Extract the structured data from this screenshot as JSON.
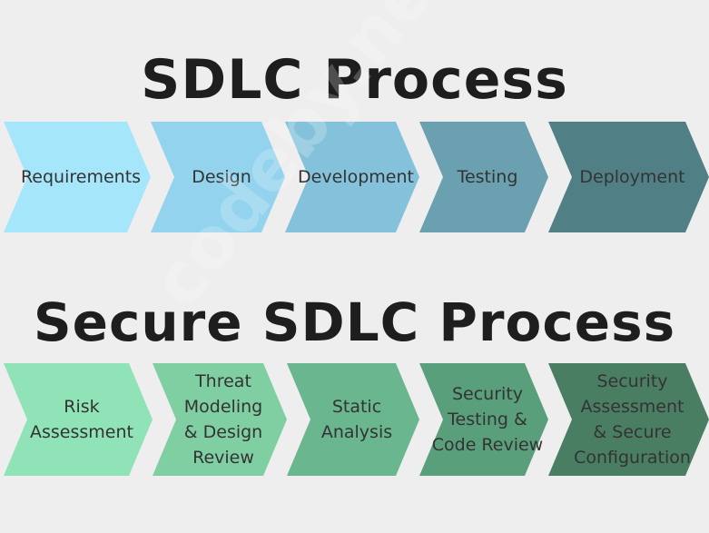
{
  "sdlc": {
    "title": "SDLC Process",
    "steps": [
      {
        "label": [
          "Requirements"
        ],
        "color": "#a6e6fb"
      },
      {
        "label": [
          "Design"
        ],
        "color": "#93d3ee"
      },
      {
        "label": [
          "Development"
        ],
        "color": "#84c2db"
      },
      {
        "label": [
          "Testing"
        ],
        "color": "#6aa0b0"
      },
      {
        "label": [
          "Deployment"
        ],
        "color": "#517f86"
      }
    ]
  },
  "secure": {
    "title": "Secure SDLC Process",
    "steps": [
      {
        "label": [
          "Risk",
          "Assessment"
        ],
        "color": "#8fe3b6"
      },
      {
        "label": [
          "Threat",
          "Modeling",
          "& Design",
          "Review"
        ],
        "color": "#80cfa3"
      },
      {
        "label": [
          "Static",
          "Analysis"
        ],
        "color": "#6ab68e"
      },
      {
        "label": [
          "Security",
          "Testing &",
          "Code Review"
        ],
        "color": "#5a9f7b"
      },
      {
        "label": [
          "Security",
          "Assessment",
          "& Secure",
          "Configuration"
        ],
        "color": "#4a7e63"
      }
    ]
  },
  "watermark": "codeby.net"
}
